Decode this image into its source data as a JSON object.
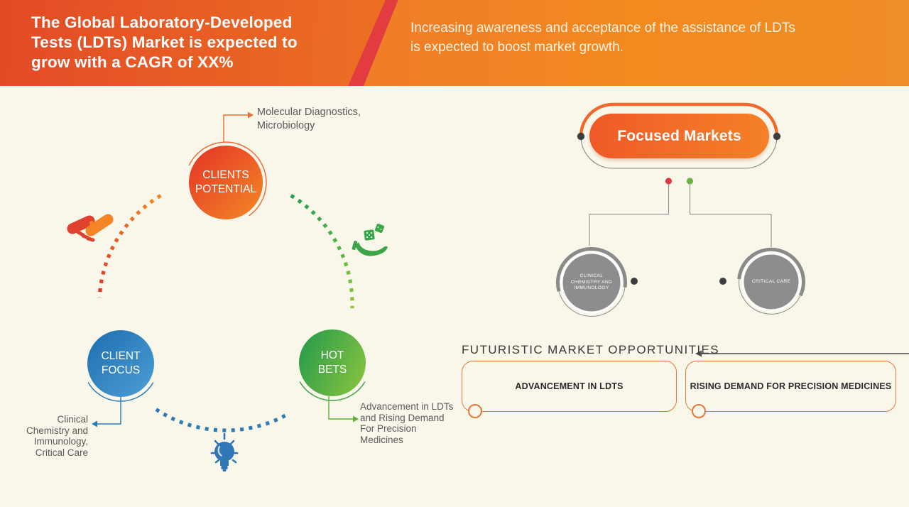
{
  "banner": {
    "headline": "The Global Laboratory-Developed\nTests (LDTs) Market is expected to\ngrow with a CAGR of XX%",
    "subtext": "Increasing awareness and acceptance of the assistance of LDTs\nis expected to boost market growth."
  },
  "cycle": {
    "clients_potential": {
      "label": "CLIENTS\nPOTENTIAL",
      "annotation": "Molecular Diagnostics,\nMicrobiology"
    },
    "client_focus": {
      "label": "CLIENT\nFOCUS",
      "annotation": "Clinical\nChemistry and\nImmunology,\nCritical Care"
    },
    "hot_bets": {
      "label": "HOT\nBETS",
      "annotation": "Advancement in LDTs\nand Rising Demand\nFor Precision\nMedicines"
    },
    "icons": [
      "handshake-icon",
      "dice-in-hand-icon",
      "lightbulb-icon"
    ]
  },
  "focused_markets": {
    "title": "Focused Markets",
    "items": [
      {
        "label": "CLINICAL\nCHEMISTRY AND\nIMMUNOLOGY"
      },
      {
        "label": "CRITICAL CARE"
      }
    ]
  },
  "opportunities": {
    "heading": "FUTURISTIC MARKET OPPORTUNITIES",
    "items": [
      "ADVANCEMENT IN LDTS",
      "RISING DEMAND FOR PRECISION MEDICINES"
    ]
  },
  "colors": {
    "banner_orange": "#ee6a31",
    "banner_red_stripe": "#e23b40",
    "accent_orange": "#f26b30",
    "accent_red": "#e23226",
    "accent_blue": "#2e7ab8",
    "accent_green": "#3fa047",
    "gray": "#8a8a8a",
    "background_cream": "#f9f6ea"
  }
}
